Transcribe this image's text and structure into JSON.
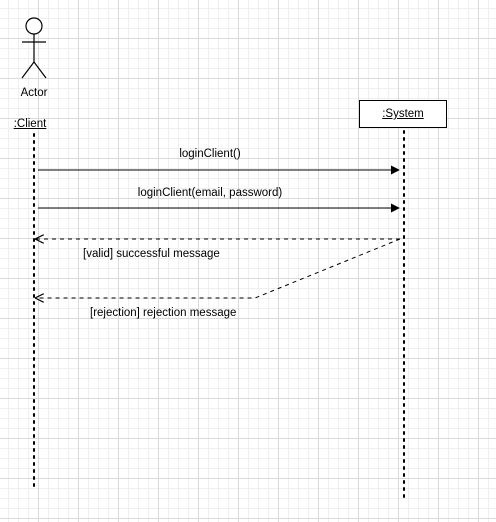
{
  "actor": {
    "label": "Actor",
    "lifeline_label": ":Client"
  },
  "system": {
    "label": ":System"
  },
  "messages": [
    {
      "label": "loginClient()",
      "style": "solid"
    },
    {
      "label": "loginClient(email, password)",
      "style": "solid"
    },
    {
      "label": "[valid] successful message",
      "style": "dashed-return"
    },
    {
      "label": "[rejection] rejection message",
      "style": "dashed-return"
    }
  ],
  "colors": {
    "line": "#000000",
    "grid_major": "#dadada",
    "grid_minor": "#efefef",
    "background": "#ffffff"
  }
}
